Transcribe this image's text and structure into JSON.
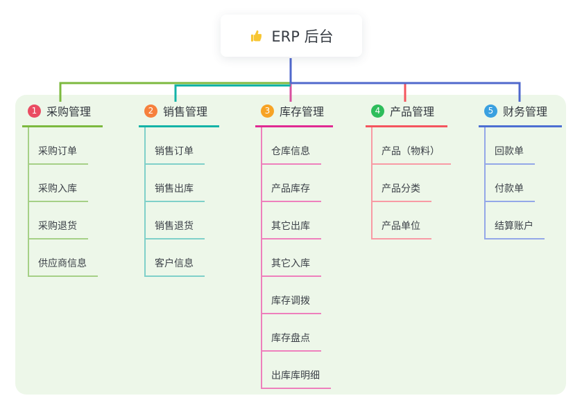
{
  "root": {
    "icon": "thumbs-up",
    "title": "ERP 后台"
  },
  "colors": {
    "background": "#ffffff",
    "panel": "#edf7e9",
    "root_line": "#5068cc",
    "text": "#3a3f46",
    "thumb_yellow": "#f7c531"
  },
  "branches": [
    {
      "badge": "1",
      "label": "采购管理",
      "badge_color": "#ea4c62",
      "line_color": "#7cb93f",
      "sub_line_color": "#a5d086",
      "connector_color": "#7cb93f",
      "items": [
        "采购订单",
        "采购入库",
        "采购退货",
        "供应商信息"
      ]
    },
    {
      "badge": "2",
      "label": "销售管理",
      "badge_color": "#f6803d",
      "line_color": "#14b3a7",
      "sub_line_color": "#7fd0c9",
      "connector_color": "#14b3a7",
      "items": [
        "销售订单",
        "销售出库",
        "销售退货",
        "客户信息"
      ]
    },
    {
      "badge": "3",
      "label": "库存管理",
      "badge_color": "#f7a325",
      "line_color": "#e02a92",
      "sub_line_color": "#ee7fbc",
      "connector_color": "#d8509f",
      "items": [
        "仓库信息",
        "产品库存",
        "其它出库",
        "其它入库",
        "库存调拨",
        "库存盘点",
        "出库库明细"
      ]
    },
    {
      "badge": "4",
      "label": "产品管理",
      "badge_color": "#2ebd5b",
      "line_color": "#f4555e",
      "sub_line_color": "#f89aa4",
      "connector_color": "#f4555e",
      "items": [
        "产品（物料）",
        "产品分类",
        "产品单位"
      ]
    },
    {
      "badge": "5",
      "label": "财务管理",
      "badge_color": "#3aa0e0",
      "line_color": "#4d6fd2",
      "sub_line_color": "#93a7e8",
      "connector_color": "#5068cc",
      "items": [
        "回款单",
        "付款单",
        "结算账户"
      ]
    }
  ]
}
